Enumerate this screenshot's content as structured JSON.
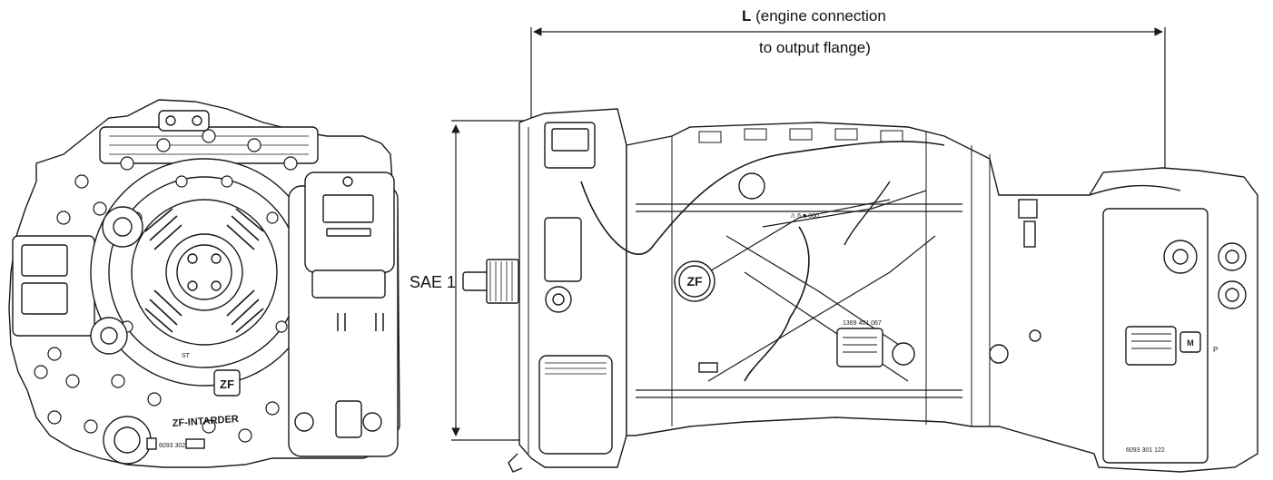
{
  "dimension_L": {
    "symbol": "L",
    "line1": " (engine connection",
    "line2": "to output flange)"
  },
  "dimension_height": {
    "label": "SAE 1"
  },
  "front_view": {
    "stamp_text": "ZF-INTARDER",
    "part_number": "6093 302",
    "logo_text": "ZF",
    "small_mark": "ST"
  },
  "side_view": {
    "logo_text": "ZF",
    "part_number_main": "1369 401 067",
    "part_number_rear": "6093 301 122",
    "warning_mark": "⚠ 6 ■ 060",
    "badge_text": "M",
    "side_letter": "P"
  },
  "colors": {
    "line": "#1a1a1a",
    "fill": "#ffffff",
    "shade": "#d9d9d9"
  }
}
